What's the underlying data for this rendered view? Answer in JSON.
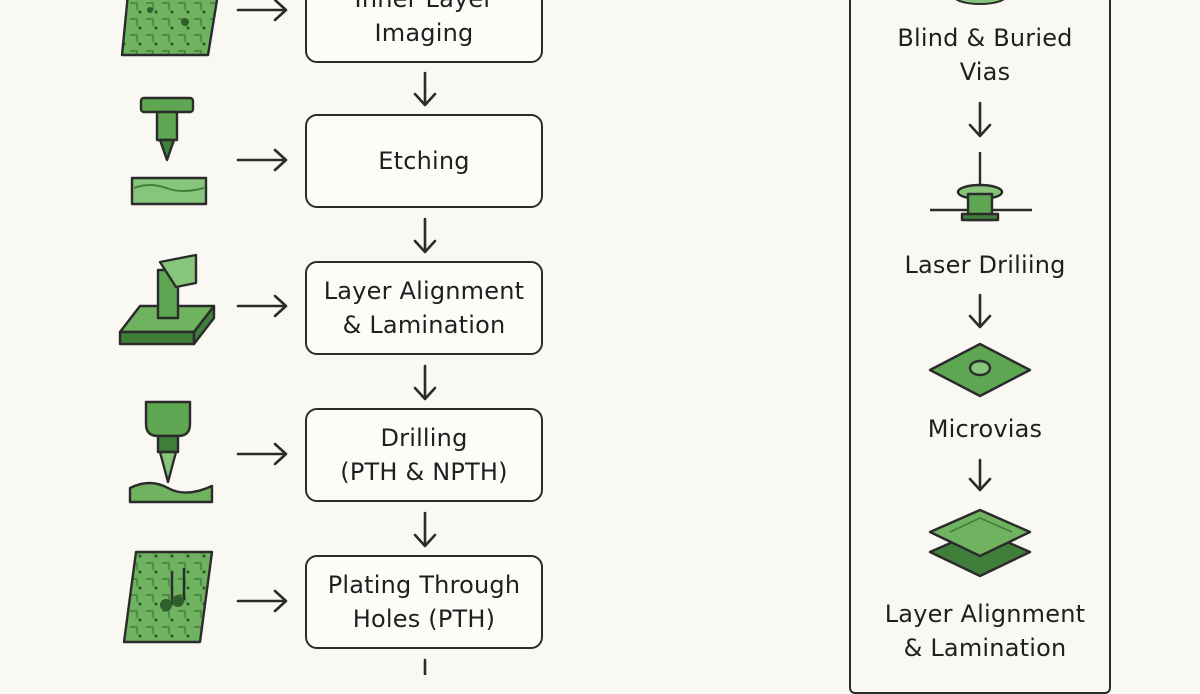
{
  "colors": {
    "background": "#faf8f3",
    "outline": "#2b2b2b",
    "green_dark": "#3f7f3a",
    "green_mid": "#5ea652",
    "green_light": "#86c57a",
    "board_green": "#6fb25f"
  },
  "main_flow": {
    "steps": [
      {
        "label": "Inner Layer\nImaging",
        "icon": "pcb-board-icon"
      },
      {
        "label": "Etching",
        "icon": "etching-tool-icon"
      },
      {
        "label": "Layer Alignment\n& Lamination",
        "icon": "lamination-press-icon"
      },
      {
        "label": "Drilling\n(PTH & NPTH)",
        "icon": "drill-icon"
      },
      {
        "label": "Plating Through\nHoles (PTH)",
        "icon": "plated-board-icon"
      }
    ]
  },
  "side_flow": {
    "steps": [
      {
        "label": "Blind & Buried\nVias",
        "icon": "via-icon"
      },
      {
        "label": "Laser Driliing",
        "icon": "laser-drill-icon"
      },
      {
        "label": "Microvias",
        "icon": "microvia-pad-icon"
      },
      {
        "label": "Layer Alignment\n& Lamination",
        "icon": "stacked-layers-icon"
      }
    ]
  }
}
